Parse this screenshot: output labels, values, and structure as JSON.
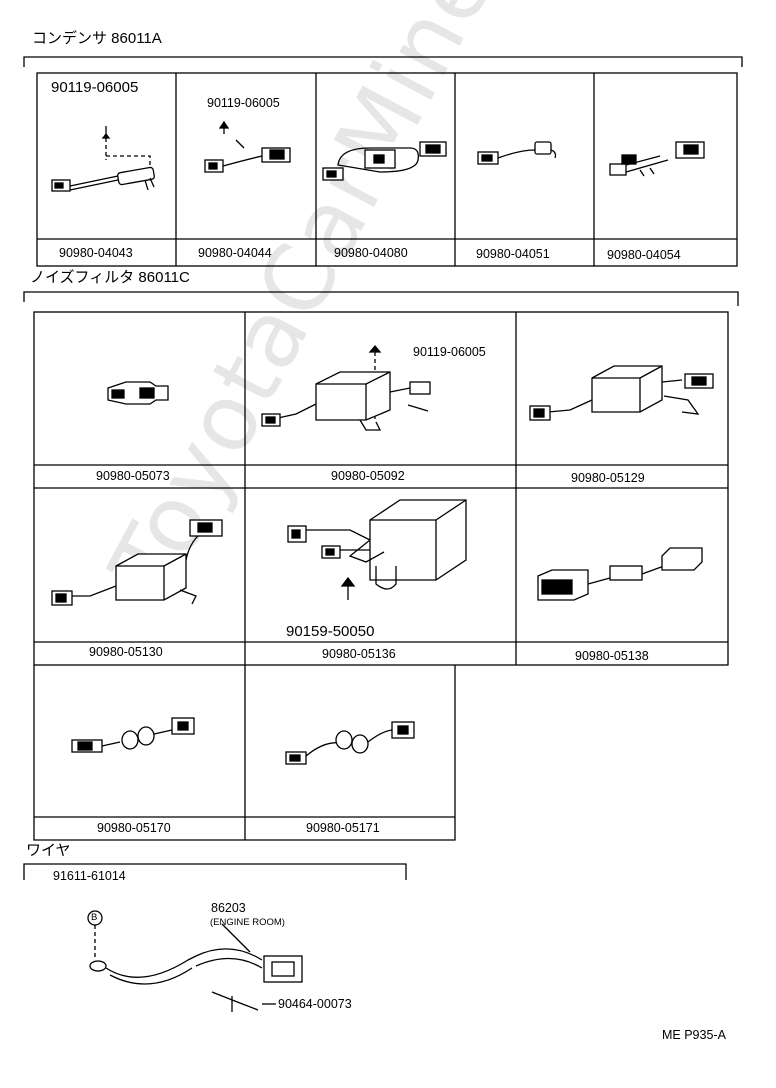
{
  "watermark": "ToyotaCarMine.ru",
  "sections": {
    "condenser": {
      "title": "コンデンサ 86011A",
      "parts": [
        "90980-04043",
        "90980-04044",
        "90980-04080",
        "90980-04051",
        "90980-04054"
      ],
      "callouts": {
        "screw_large": "90119-06005",
        "screw_small": "90119-06005"
      }
    },
    "noise_filter": {
      "title": "ノイズフィルタ 86011C",
      "parts": [
        "90980-05073",
        "90980-05092",
        "90980-05129",
        "90980-05130",
        "90980-05136",
        "90980-05138",
        "90980-05170",
        "90980-05171"
      ],
      "callouts": {
        "screw_092": "90119-06005",
        "bolt_136": "90159-50050"
      }
    },
    "wire": {
      "title": "ワイヤ",
      "callouts": {
        "bolt": "91611-61014",
        "harness": "86203",
        "harness_note": "(ENGINE ROOM)",
        "clamp": "90464-00073",
        "bolt_marker": "B"
      }
    }
  },
  "footer": {
    "code": "ME  P935-A"
  }
}
